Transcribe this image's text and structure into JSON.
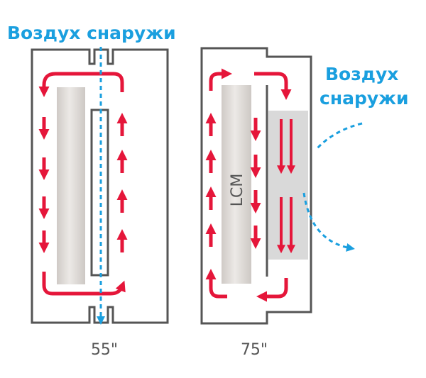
{
  "labels": {
    "air_outside_left": "Воздух снаружи",
    "air_outside_right_line1": "Воздух",
    "air_outside_right_line2": "снаружи",
    "lcm": "LCM",
    "size_left": "55\"",
    "size_right": "75\""
  },
  "colors": {
    "outline": "#555555",
    "airflow_arrow": "#e5163a",
    "outside_air": "#1a9fdf",
    "panel_light": "#e6e2df",
    "panel_dark": "#c9c4c0",
    "heatsink": "#d9d9d9"
  },
  "icons": {
    "airflow": "red-arrow-icon",
    "outside_air": "blue-dashed-arrow-icon"
  }
}
